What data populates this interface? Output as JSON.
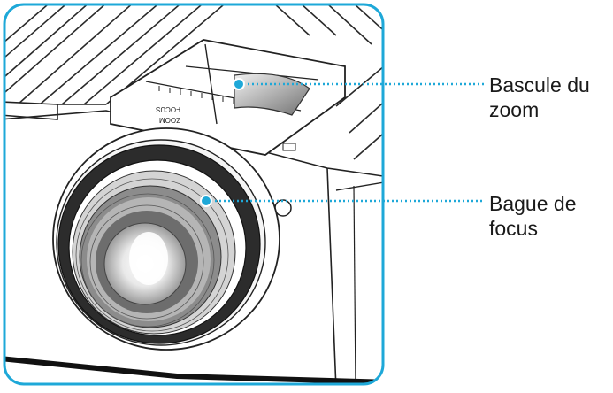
{
  "callouts": {
    "zoom_lever": "Bascule du\nzoom",
    "focus_ring": "Bague de\nfocus"
  },
  "lens_labels": {
    "focus": "FOCUS",
    "zoom": "ZOOM"
  },
  "colors": {
    "frame": "#1ea8d8",
    "leader": "#1ea8d8",
    "body": "#ffffff",
    "line": "#222222"
  }
}
